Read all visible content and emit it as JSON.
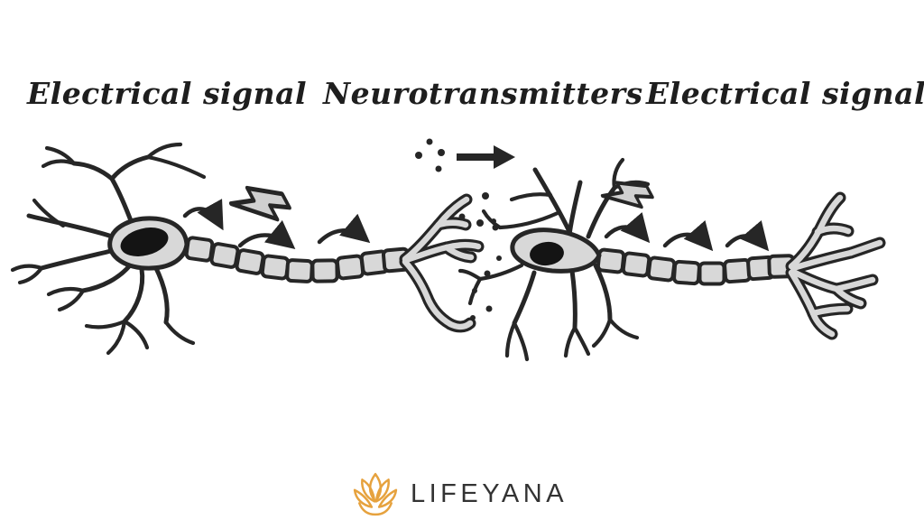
{
  "theme": {
    "background": "#ffffff",
    "ink": "#262626",
    "fill_gray": "#d8d8d8",
    "bolt_fill": "#d0d0d0",
    "gold": "#e6a23e",
    "logo_text": "#333333",
    "label_ink": "#1e1e1e"
  },
  "labels": {
    "left": "Electrical signal",
    "middle": "Neurotransmitters",
    "right": "Electrical signal"
  },
  "logo": {
    "name": "LIFEYANA",
    "icon": "lotus-icon"
  },
  "icons": {
    "left_signal": "lightning-bolt-icon",
    "right_signal": "lightning-bolt-icon",
    "synapse_flow": "right-arrow-icon",
    "propagation": "curved-arrow-icon",
    "brand": "lotus-icon"
  }
}
